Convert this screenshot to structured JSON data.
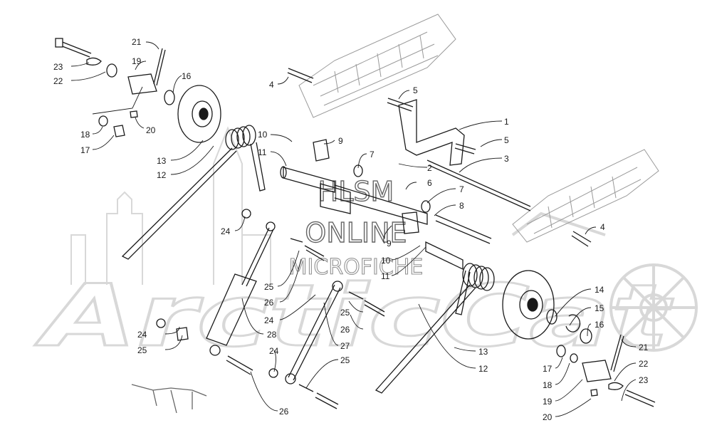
{
  "watermark": {
    "line1": "HLSM",
    "line2": "ONLINE",
    "line3": "MICROFICHE",
    "brand": "ArcticCat"
  },
  "colors": {
    "line": "#1a1a1a",
    "watermark": "#d4d4d4",
    "hatch": "#9a9a9a"
  },
  "callouts": [
    {
      "id": "c-21a",
      "text": "21"
    },
    {
      "id": "c-19a",
      "text": "19"
    },
    {
      "id": "c-23a",
      "text": "23"
    },
    {
      "id": "c-22a",
      "text": "22"
    },
    {
      "id": "c-16a",
      "text": "16"
    },
    {
      "id": "c-18a",
      "text": "18"
    },
    {
      "id": "c-20a",
      "text": "20"
    },
    {
      "id": "c-17a",
      "text": "17"
    },
    {
      "id": "c-13a",
      "text": "13"
    },
    {
      "id": "c-12a",
      "text": "12"
    },
    {
      "id": "c-10a",
      "text": "10"
    },
    {
      "id": "c-9a",
      "text": "9"
    },
    {
      "id": "c-11a",
      "text": "11"
    },
    {
      "id": "c-4a",
      "text": "4"
    },
    {
      "id": "c-5a",
      "text": "5"
    },
    {
      "id": "c-1",
      "text": "1"
    },
    {
      "id": "c-5b",
      "text": "5"
    },
    {
      "id": "c-3",
      "text": "3"
    },
    {
      "id": "c-7a",
      "text": "7"
    },
    {
      "id": "c-2",
      "text": "2"
    },
    {
      "id": "c-6",
      "text": "6"
    },
    {
      "id": "c-7b",
      "text": "7"
    },
    {
      "id": "c-8",
      "text": "8"
    },
    {
      "id": "c-4b",
      "text": "4"
    },
    {
      "id": "c-24a",
      "text": "24"
    },
    {
      "id": "c-9b",
      "text": "9"
    },
    {
      "id": "c-10b",
      "text": "10"
    },
    {
      "id": "c-11b",
      "text": "11"
    },
    {
      "id": "c-25a",
      "text": "25"
    },
    {
      "id": "c-26a",
      "text": "26"
    },
    {
      "id": "c-24b",
      "text": "24"
    },
    {
      "id": "c-28",
      "text": "28"
    },
    {
      "id": "c-25b",
      "text": "25"
    },
    {
      "id": "c-26b",
      "text": "26"
    },
    {
      "id": "c-27",
      "text": "27"
    },
    {
      "id": "c-24c",
      "text": "24"
    },
    {
      "id": "c-25c",
      "text": "25"
    },
    {
      "id": "c-24d",
      "text": "24"
    },
    {
      "id": "c-25d",
      "text": "25"
    },
    {
      "id": "c-26c",
      "text": "26"
    },
    {
      "id": "c-13b",
      "text": "13"
    },
    {
      "id": "c-12b",
      "text": "12"
    },
    {
      "id": "c-14",
      "text": "14"
    },
    {
      "id": "c-15",
      "text": "15"
    },
    {
      "id": "c-16b",
      "text": "16"
    },
    {
      "id": "c-21b",
      "text": "21"
    },
    {
      "id": "c-17b",
      "text": "17"
    },
    {
      "id": "c-22b",
      "text": "22"
    },
    {
      "id": "c-18b",
      "text": "18"
    },
    {
      "id": "c-23b",
      "text": "23"
    },
    {
      "id": "c-19b",
      "text": "19"
    },
    {
      "id": "c-20b",
      "text": "20"
    }
  ]
}
